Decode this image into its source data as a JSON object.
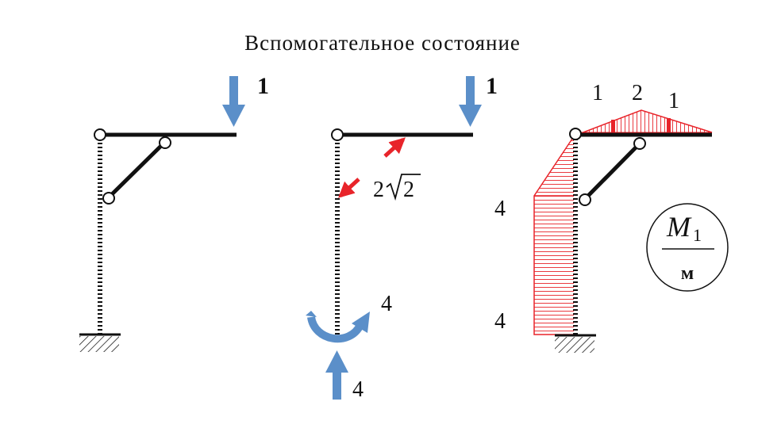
{
  "title": "Вспомогательное состояние",
  "colors": {
    "frame": "#111111",
    "blue_arrow": "#5b8fc9",
    "red": "#e8242a",
    "hatch_fill": "#f7c9c9"
  },
  "panel_left": {
    "load_label": "1"
  },
  "panel_middle": {
    "load_label": "1",
    "strut_force": {
      "coefficient": "2",
      "radicand": "2"
    },
    "moment_label": "4",
    "reaction_label": "4"
  },
  "panel_right": {
    "diagram_labels": {
      "beam_left": "1",
      "beam_mid": "2",
      "beam_right": "1",
      "column_top": "4",
      "column_bottom": "4"
    },
    "legend": {
      "symbol": "M",
      "subscript": "1",
      "unit": "м"
    }
  }
}
